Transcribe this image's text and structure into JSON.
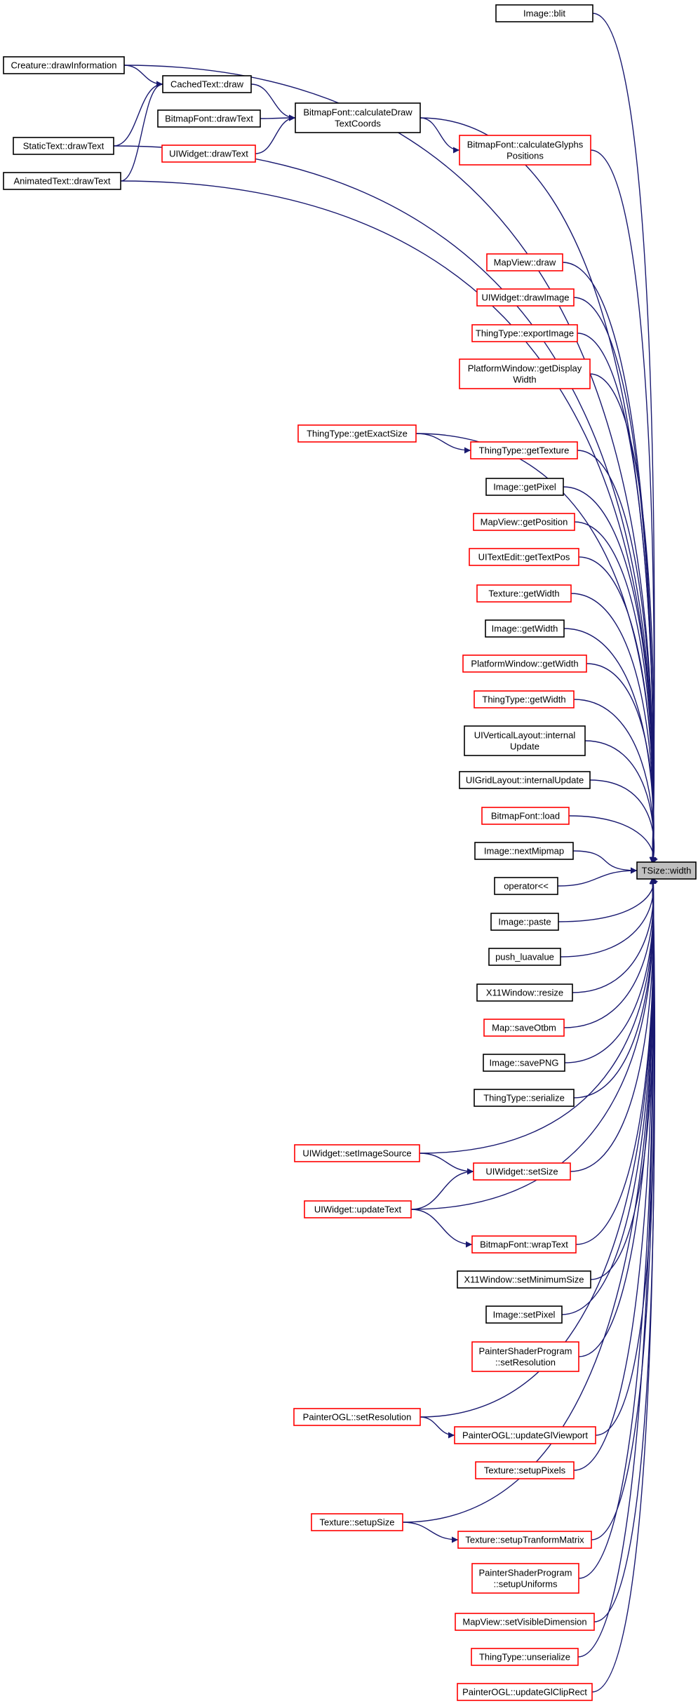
{
  "colors": {
    "edge": "#191970",
    "black_border": "#000000",
    "red_border": "#ff0000",
    "target_fill": "#bfbfbf"
  },
  "target": {
    "id": "tsize_width",
    "label": "TSize::width"
  },
  "nodes": [
    {
      "id": "image_blit",
      "lines": [
        "Image::blit"
      ],
      "border": "black"
    },
    {
      "id": "creature_drawinformation",
      "lines": [
        "Creature::drawInformation"
      ],
      "border": "black"
    },
    {
      "id": "cachedtext_draw",
      "lines": [
        "CachedText::draw"
      ],
      "border": "black"
    },
    {
      "id": "bitmapfont_drawtext",
      "lines": [
        "BitmapFont::drawText"
      ],
      "border": "black"
    },
    {
      "id": "uiwidget_drawtext",
      "lines": [
        "UIWidget::drawText"
      ],
      "border": "red"
    },
    {
      "id": "bitmapfont_calculatedrawtextcoords",
      "lines": [
        "BitmapFont::calculateDraw",
        "TextCoords"
      ],
      "border": "black"
    },
    {
      "id": "bitmapfont_calculateglyphspositions",
      "lines": [
        "BitmapFont::calculateGlyphs",
        "Positions"
      ],
      "border": "red"
    },
    {
      "id": "statictext_drawtext",
      "lines": [
        "StaticText::drawText"
      ],
      "border": "black"
    },
    {
      "id": "animatedtext_drawtext",
      "lines": [
        "AnimatedText::drawText"
      ],
      "border": "black"
    },
    {
      "id": "mapview_draw",
      "lines": [
        "MapView::draw"
      ],
      "border": "red"
    },
    {
      "id": "uiwidget_drawimage",
      "lines": [
        "UIWidget::drawImage"
      ],
      "border": "red"
    },
    {
      "id": "thingtype_exportimage",
      "lines": [
        "ThingType::exportImage"
      ],
      "border": "red"
    },
    {
      "id": "platformwindow_getdisplaywidth",
      "lines": [
        "PlatformWindow::getDisplay",
        "Width"
      ],
      "border": "red"
    },
    {
      "id": "thingtype_getexactsize",
      "lines": [
        "ThingType::getExactSize"
      ],
      "border": "red"
    },
    {
      "id": "thingtype_gettexture",
      "lines": [
        "ThingType::getTexture"
      ],
      "border": "red"
    },
    {
      "id": "image_getpixel",
      "lines": [
        "Image::getPixel"
      ],
      "border": "black"
    },
    {
      "id": "mapview_getposition",
      "lines": [
        "MapView::getPosition"
      ],
      "border": "red"
    },
    {
      "id": "uitextedit_gettextpos",
      "lines": [
        "UITextEdit::getTextPos"
      ],
      "border": "red"
    },
    {
      "id": "texture_getwidth",
      "lines": [
        "Texture::getWidth"
      ],
      "border": "red"
    },
    {
      "id": "image_getwidth",
      "lines": [
        "Image::getWidth"
      ],
      "border": "black"
    },
    {
      "id": "platformwindow_getwidth",
      "lines": [
        "PlatformWindow::getWidth"
      ],
      "border": "red"
    },
    {
      "id": "thingtype_getwidth",
      "lines": [
        "ThingType::getWidth"
      ],
      "border": "red"
    },
    {
      "id": "uiverticallayout_internalupdate",
      "lines": [
        "UIVerticalLayout::internal",
        "Update"
      ],
      "border": "black"
    },
    {
      "id": "uigridlayout_internalupdate",
      "lines": [
        "UIGridLayout::internalUpdate"
      ],
      "border": "black"
    },
    {
      "id": "bitmapfont_load",
      "lines": [
        "BitmapFont::load"
      ],
      "border": "red"
    },
    {
      "id": "image_nextmipmap",
      "lines": [
        "Image::nextMipmap"
      ],
      "border": "black"
    },
    {
      "id": "operator_shift",
      "lines": [
        "operator<<"
      ],
      "border": "black"
    },
    {
      "id": "image_paste",
      "lines": [
        "Image::paste"
      ],
      "border": "black"
    },
    {
      "id": "push_luavalue",
      "lines": [
        "push_luavalue"
      ],
      "border": "black"
    },
    {
      "id": "x11window_resize",
      "lines": [
        "X11Window::resize"
      ],
      "border": "black"
    },
    {
      "id": "map_saveotbm",
      "lines": [
        "Map::saveOtbm"
      ],
      "border": "red"
    },
    {
      "id": "image_savepng",
      "lines": [
        "Image::savePNG"
      ],
      "border": "black"
    },
    {
      "id": "thingtype_serialize",
      "lines": [
        "ThingType::serialize"
      ],
      "border": "black"
    },
    {
      "id": "uiwidget_setimagesource",
      "lines": [
        "UIWidget::setImageSource"
      ],
      "border": "red"
    },
    {
      "id": "uiwidget_setsize",
      "lines": [
        "UIWidget::setSize"
      ],
      "border": "red"
    },
    {
      "id": "uiwidget_updatetext",
      "lines": [
        "UIWidget::updateText"
      ],
      "border": "red"
    },
    {
      "id": "bitmapfont_wraptext",
      "lines": [
        "BitmapFont::wrapText"
      ],
      "border": "red"
    },
    {
      "id": "x11window_setminimumsize",
      "lines": [
        "X11Window::setMinimumSize"
      ],
      "border": "black"
    },
    {
      "id": "image_setpixel",
      "lines": [
        "Image::setPixel"
      ],
      "border": "black"
    },
    {
      "id": "paintershaderprogram_setresolution",
      "lines": [
        "PainterShaderProgram",
        "::setResolution"
      ],
      "border": "red"
    },
    {
      "id": "painterogl_setresolution",
      "lines": [
        "PainterOGL::setResolution"
      ],
      "border": "red"
    },
    {
      "id": "painterogl_updateglviewport",
      "lines": [
        "PainterOGL::updateGlViewport"
      ],
      "border": "red"
    },
    {
      "id": "texture_setuppixels",
      "lines": [
        "Texture::setupPixels"
      ],
      "border": "red"
    },
    {
      "id": "texture_setupsize",
      "lines": [
        "Texture::setupSize"
      ],
      "border": "red"
    },
    {
      "id": "texture_setuptranformmatrix",
      "lines": [
        "Texture::setupTranformMatrix"
      ],
      "border": "red"
    },
    {
      "id": "paintershaderprogram_setupuniforms",
      "lines": [
        "PainterShaderProgram",
        "::setupUniforms"
      ],
      "border": "red"
    },
    {
      "id": "mapview_setvisibledimension",
      "lines": [
        "MapView::setVisibleDimension"
      ],
      "border": "red"
    },
    {
      "id": "thingtype_unserialize",
      "lines": [
        "ThingType::unserialize"
      ],
      "border": "red"
    },
    {
      "id": "painterogl_updateglcliprect",
      "lines": [
        "PainterOGL::updateGlClipRect"
      ],
      "border": "red"
    }
  ],
  "edges": [
    {
      "from": "creature_drawinformation",
      "to": "cachedtext_draw"
    },
    {
      "from": "statictext_drawtext",
      "to": "cachedtext_draw"
    },
    {
      "from": "animatedtext_drawtext",
      "to": "cachedtext_draw"
    },
    {
      "from": "cachedtext_draw",
      "to": "bitmapfont_calculatedrawtextcoords"
    },
    {
      "from": "bitmapfont_drawtext",
      "to": "bitmapfont_calculatedrawtextcoords"
    },
    {
      "from": "uiwidget_drawtext",
      "to": "bitmapfont_calculatedrawtextcoords"
    },
    {
      "from": "bitmapfont_calculatedrawtextcoords",
      "to": "bitmapfont_calculateglyphspositions"
    },
    {
      "from": "thingtype_getexactsize",
      "to": "thingtype_gettexture"
    },
    {
      "from": "uiwidget_setimagesource",
      "to": "uiwidget_setsize"
    },
    {
      "from": "uiwidget_updatetext",
      "to": "uiwidget_setsize"
    },
    {
      "from": "uiwidget_updatetext",
      "to": "bitmapfont_wraptext"
    },
    {
      "from": "painterogl_setresolution",
      "to": "painterogl_updateglviewport"
    },
    {
      "from": "texture_setupsize",
      "to": "texture_setuptranformmatrix"
    },
    {
      "from": "image_blit",
      "to": "tsize_width"
    },
    {
      "from": "creature_drawinformation",
      "to": "tsize_width"
    },
    {
      "from": "bitmapfont_calculatedrawtextcoords",
      "to": "tsize_width"
    },
    {
      "from": "statictext_drawtext",
      "to": "tsize_width"
    },
    {
      "from": "bitmapfont_calculateglyphspositions",
      "to": "tsize_width"
    },
    {
      "from": "animatedtext_drawtext",
      "to": "tsize_width"
    },
    {
      "from": "mapview_draw",
      "to": "tsize_width"
    },
    {
      "from": "uiwidget_drawimage",
      "to": "tsize_width"
    },
    {
      "from": "thingtype_exportimage",
      "to": "tsize_width"
    },
    {
      "from": "platformwindow_getdisplaywidth",
      "to": "tsize_width"
    },
    {
      "from": "thingtype_getexactsize",
      "to": "tsize_width"
    },
    {
      "from": "thingtype_gettexture",
      "to": "tsize_width"
    },
    {
      "from": "image_getpixel",
      "to": "tsize_width"
    },
    {
      "from": "mapview_getposition",
      "to": "tsize_width"
    },
    {
      "from": "uitextedit_gettextpos",
      "to": "tsize_width"
    },
    {
      "from": "texture_getwidth",
      "to": "tsize_width"
    },
    {
      "from": "image_getwidth",
      "to": "tsize_width"
    },
    {
      "from": "platformwindow_getwidth",
      "to": "tsize_width"
    },
    {
      "from": "thingtype_getwidth",
      "to": "tsize_width"
    },
    {
      "from": "uiverticallayout_internalupdate",
      "to": "tsize_width"
    },
    {
      "from": "uigridlayout_internalupdate",
      "to": "tsize_width"
    },
    {
      "from": "bitmapfont_load",
      "to": "tsize_width"
    },
    {
      "from": "image_nextmipmap",
      "to": "tsize_width"
    },
    {
      "from": "operator_shift",
      "to": "tsize_width"
    },
    {
      "from": "image_paste",
      "to": "tsize_width"
    },
    {
      "from": "push_luavalue",
      "to": "tsize_width"
    },
    {
      "from": "x11window_resize",
      "to": "tsize_width"
    },
    {
      "from": "map_saveotbm",
      "to": "tsize_width"
    },
    {
      "from": "image_savepng",
      "to": "tsize_width"
    },
    {
      "from": "thingtype_serialize",
      "to": "tsize_width"
    },
    {
      "from": "uiwidget_setimagesource",
      "to": "tsize_width"
    },
    {
      "from": "uiwidget_setsize",
      "to": "tsize_width"
    },
    {
      "from": "uiwidget_updatetext",
      "to": "tsize_width"
    },
    {
      "from": "bitmapfont_wraptext",
      "to": "tsize_width"
    },
    {
      "from": "x11window_setminimumsize",
      "to": "tsize_width"
    },
    {
      "from": "image_setpixel",
      "to": "tsize_width"
    },
    {
      "from": "paintershaderprogram_setresolution",
      "to": "tsize_width"
    },
    {
      "from": "painterogl_setresolution",
      "to": "tsize_width"
    },
    {
      "from": "painterogl_updateglviewport",
      "to": "tsize_width"
    },
    {
      "from": "texture_setuppixels",
      "to": "tsize_width"
    },
    {
      "from": "texture_setupsize",
      "to": "tsize_width"
    },
    {
      "from": "texture_setuptranformmatrix",
      "to": "tsize_width"
    },
    {
      "from": "paintershaderprogram_setupuniforms",
      "to": "tsize_width"
    },
    {
      "from": "mapview_setvisibledimension",
      "to": "tsize_width"
    },
    {
      "from": "thingtype_unserialize",
      "to": "tsize_width"
    },
    {
      "from": "painterogl_updateglcliprect",
      "to": "tsize_width"
    }
  ]
}
